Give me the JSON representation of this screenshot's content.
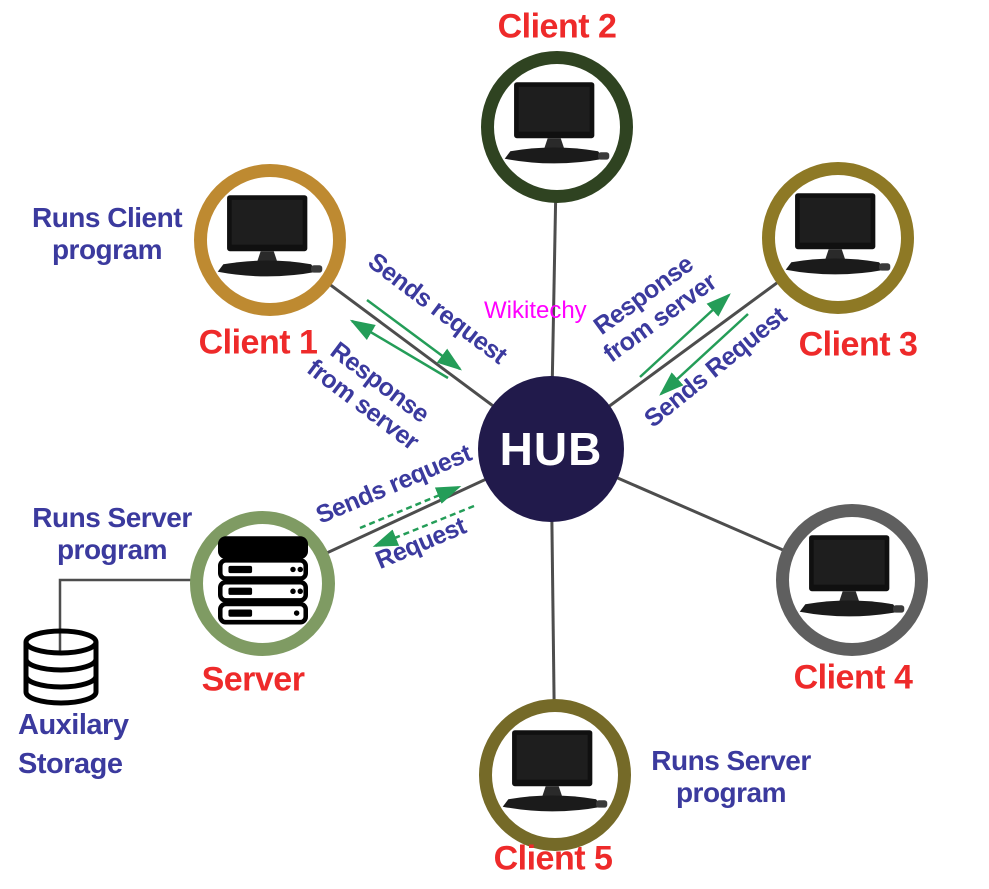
{
  "watermark": "Wikitechy",
  "hub": {
    "label": "HUB"
  },
  "clients": {
    "client1": {
      "label": "Client 1",
      "note": "Runs Client program"
    },
    "client2": {
      "label": "Client 2"
    },
    "client3": {
      "label": "Client 3"
    },
    "client4": {
      "label": "Client 4"
    },
    "client5": {
      "label": "Client 5",
      "note": "Runs Server program"
    }
  },
  "server": {
    "label": "Server",
    "note": "Runs Server program"
  },
  "storage": {
    "label": "Auxilary Storage"
  },
  "edge_labels": {
    "client1_sends": "Sends request",
    "client1_response": "Response from server",
    "client3_response": "Response from server",
    "client3_sends": "Sends Request",
    "server_sends": "Sends request",
    "server_request": "Request"
  },
  "colors": {
    "red_label": "#ee2a2a",
    "blue_label": "#3b3a9e",
    "green_arrow": "#249d58",
    "wire_gray": "#4d4d4d",
    "hub_bg": "#211a4b",
    "hub_text": "#ffffff",
    "watermark": "#ff00ff",
    "rings": {
      "client1": "#be8a31",
      "client2": "#2f4321",
      "client3": "#8e7925",
      "client4": "#5f5f5f",
      "client5": "#756a28",
      "server": "#7f9b63"
    }
  }
}
